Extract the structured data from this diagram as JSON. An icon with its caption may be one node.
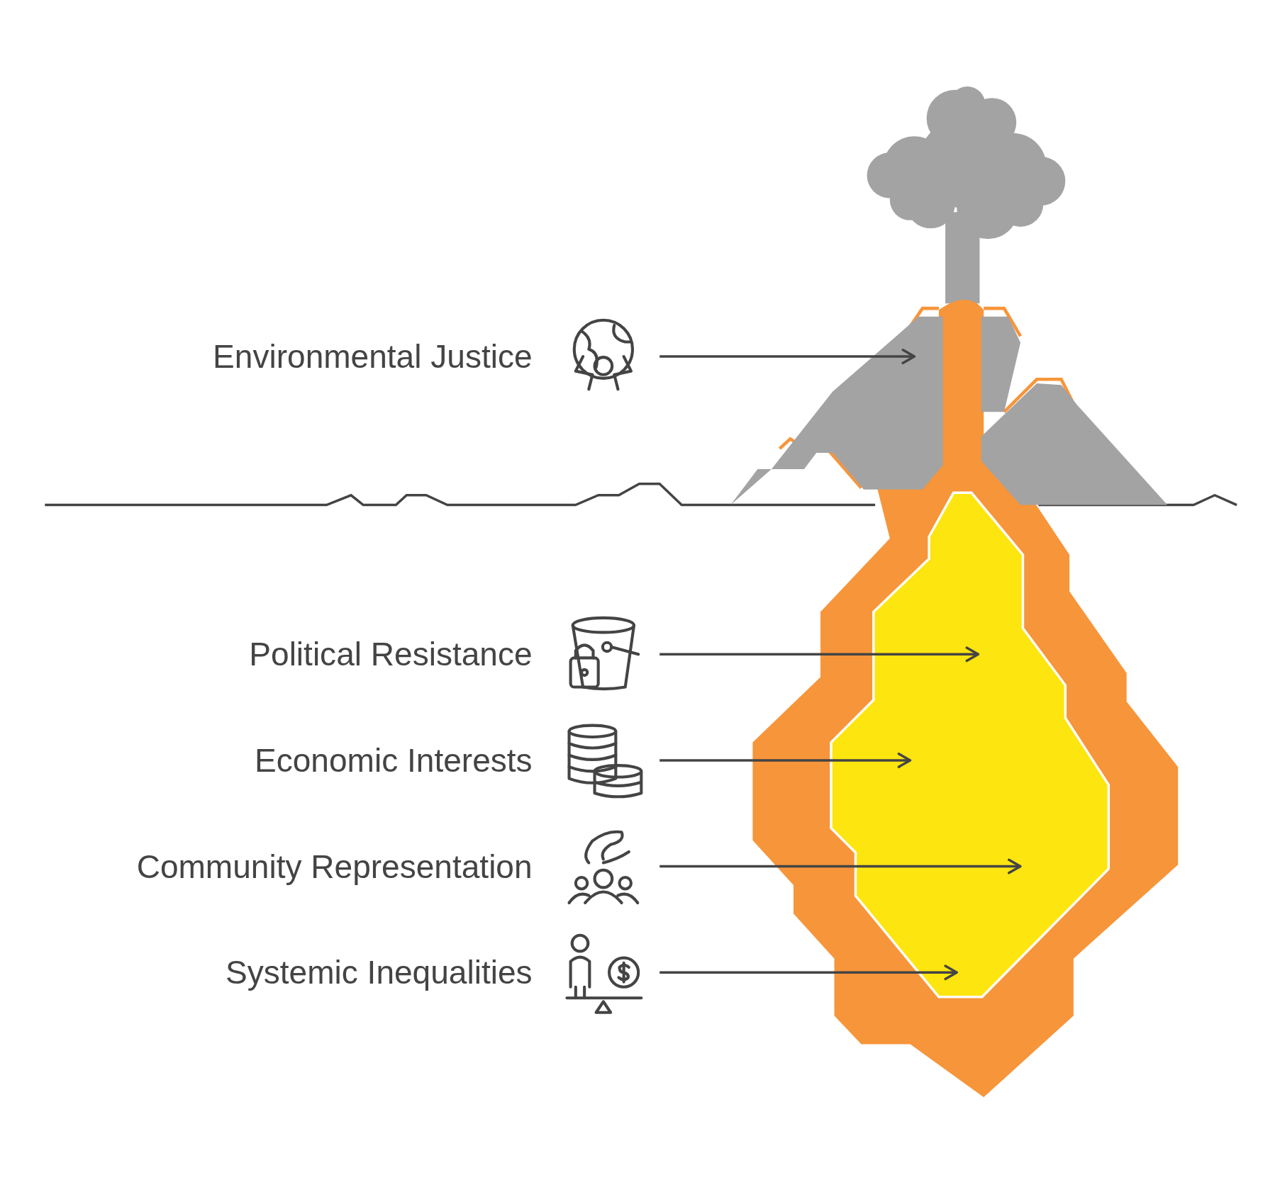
{
  "diagram": {
    "nodes": [
      {
        "text": [
          "Environmental Justice"
        ]
      },
      {
        "text": [
          "Political Resistance"
        ]
      },
      {
        "text": [
          "Economic Interests"
        ]
      },
      {
        "text": [
          "Community Representation"
        ]
      },
      {
        "text": [
          "Systemic Inequalities"
        ]
      },
      {
        "text": [],
        "shape": "picture"
      },
      {
        "text": [],
        "shape": "picture"
      }
    ],
    "edges": [
      {
        "from": 0,
        "to": 5,
        "arrow": "to"
      },
      {
        "from": 1,
        "to": 6,
        "arrow": "to"
      },
      {
        "from": 2,
        "to": 6,
        "arrow": "to"
      },
      {
        "from": 3,
        "to": 6,
        "arrow": "to"
      },
      {
        "from": 4,
        "to": 6,
        "arrow": "to"
      }
    ]
  }
}
